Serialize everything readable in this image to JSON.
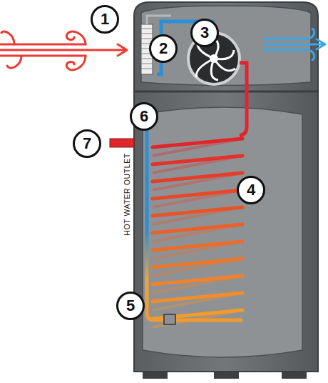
{
  "diagram": {
    "labels": [
      "1",
      "2",
      "3",
      "4",
      "5",
      "6",
      "7",
      "HOT WATER OUTLET"
    ]
  }
}
